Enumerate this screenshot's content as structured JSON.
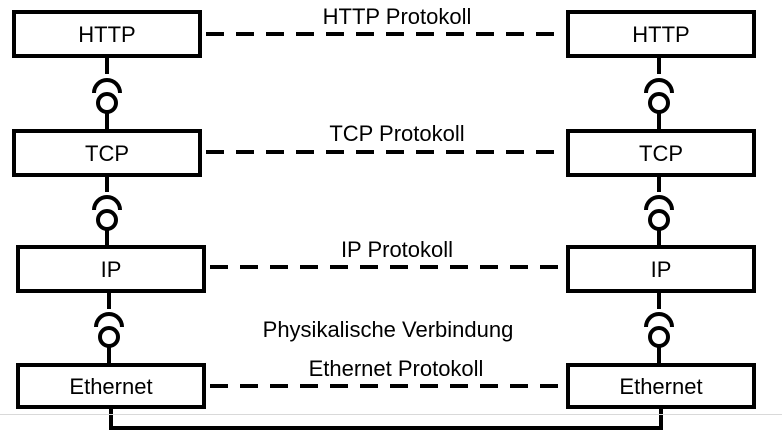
{
  "stack_left": {
    "layers": [
      "HTTP",
      "TCP",
      "IP",
      "Ethernet"
    ]
  },
  "stack_right": {
    "layers": [
      "HTTP",
      "TCP",
      "IP",
      "Ethernet"
    ]
  },
  "protocols": {
    "http": "HTTP Protokoll",
    "tcp": "TCP Protokoll",
    "ip": "IP Protokoll",
    "physical": "Physikalische Verbindung",
    "ethernet": "Ethernet Protokoll"
  },
  "colors": {
    "stroke": "#000000",
    "background": "#ffffff"
  }
}
